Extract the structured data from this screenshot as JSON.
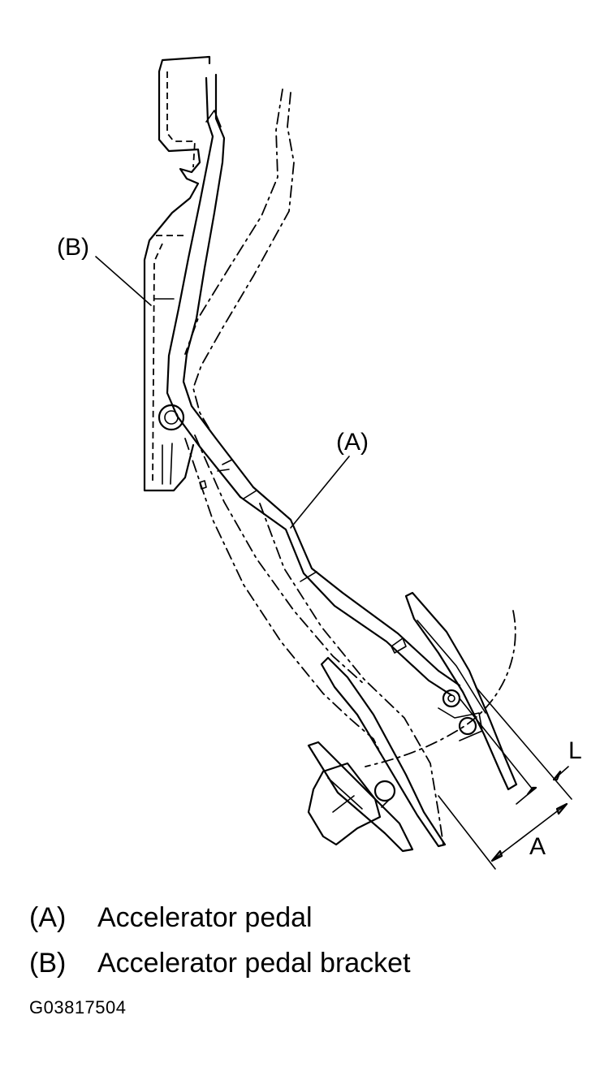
{
  "diagram": {
    "labels": {
      "bracket": "(B)",
      "pedal": "(A)",
      "dimension_l": "L",
      "dimension_a": "A"
    }
  },
  "legend": [
    {
      "key": "(A)",
      "text": "Accelerator pedal"
    },
    {
      "key": "(B)",
      "text": "Accelerator pedal bracket"
    }
  ],
  "figure_code": "G03817504"
}
